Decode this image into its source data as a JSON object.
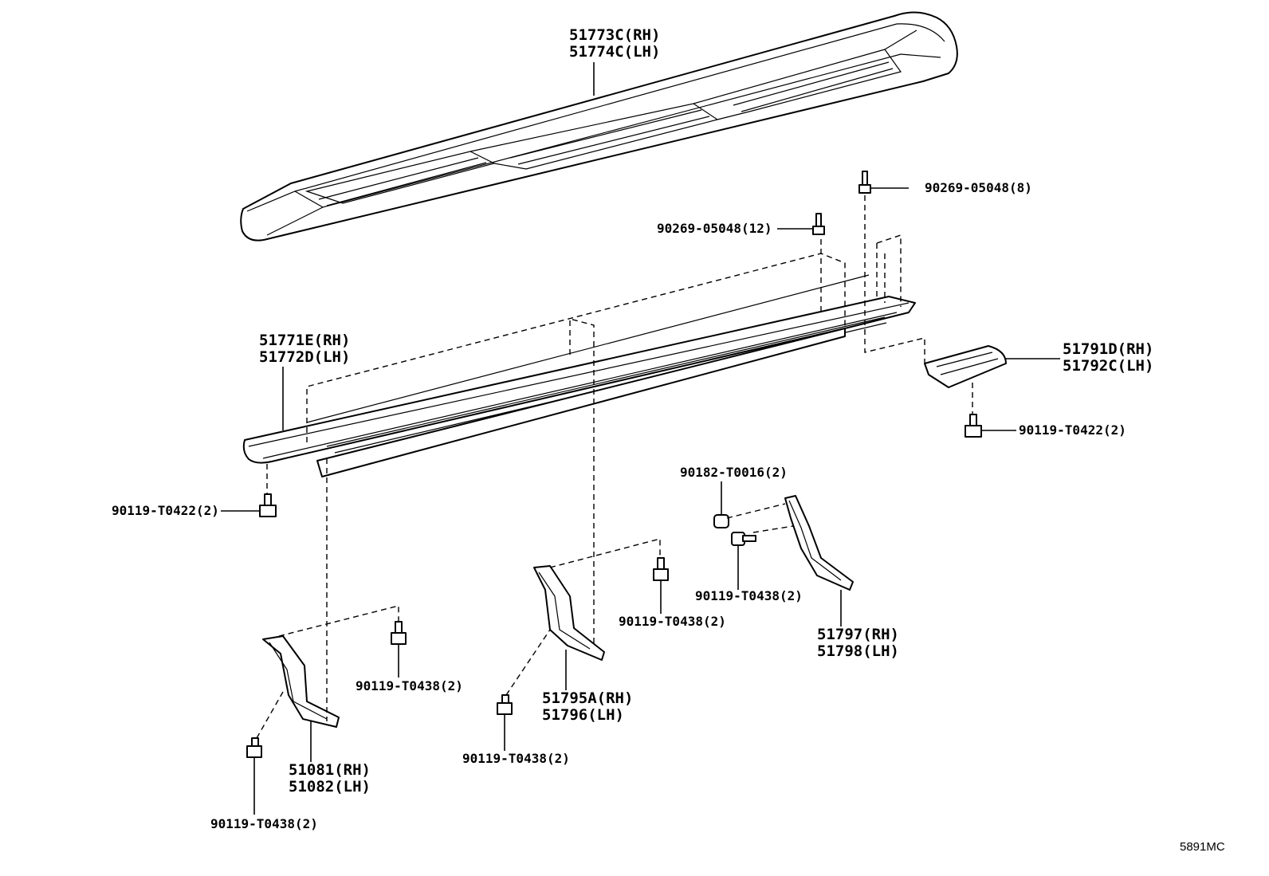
{
  "diagram_code": "5891MC",
  "labels": {
    "step_cover": [
      "51773C(RH)",
      "51774C(LH)"
    ],
    "step_rail": [
      "51771E(RH)",
      "51772D(LH)"
    ],
    "end_cap": [
      "51791D(RH)",
      "51792C(LH)"
    ],
    "bracket_front": [
      "51081(RH)",
      "51082(LH)"
    ],
    "bracket_mid": [
      "51795A(RH)",
      "51796(LH)"
    ],
    "bracket_rear": [
      "51797(RH)",
      "51798(LH)"
    ],
    "clip_rear": "90269-05048(8)",
    "clip_mid": "90269-05048(12)",
    "bolt_rail_front": "90119-T0422(2)",
    "bolt_end_cap": "90119-T0422(2)",
    "nut_rear": "90182-T0016(2)",
    "bolt_rear_side": "90119-T0438(2)",
    "bolt_mid_top": "90119-T0438(2)",
    "bolt_mid_low": "90119-T0438(2)",
    "bolt_front_top": "90119-T0438(2)",
    "bolt_front_low": "90119-T0438(2)"
  }
}
